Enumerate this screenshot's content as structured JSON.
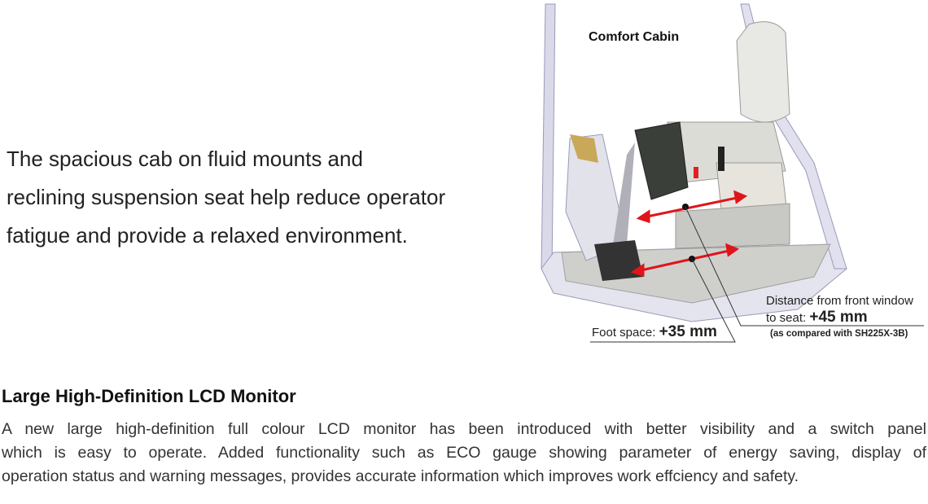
{
  "intro": {
    "lines": [
      "The spacious cab on fluid mounts and",
      "reclining suspension seat help reduce operator",
      "fatigue and provide a relaxed environment."
    ]
  },
  "figure": {
    "title": "Comfort Cabin",
    "foot_space_label": "Foot space:",
    "foot_space_value": "+35 mm",
    "distance_label_line1": "Distance from front window",
    "distance_label_line2": "to seat:",
    "distance_value": "+45 mm",
    "comparison_note": "(as compared with SH225X-3B)",
    "arrow_color": "#e0141b"
  },
  "section": {
    "heading": "Large High-Definition LCD Monitor",
    "body_lines": [
      "A new large high-definition full colour LCD monitor has been introduced with better visibility and a switch panel",
      "which is easy to operate. Added functionality such as ECO gauge showing parameter of energy saving, display of",
      "operation status and warning messages, provides accurate information which improves work effciency and safety."
    ]
  }
}
